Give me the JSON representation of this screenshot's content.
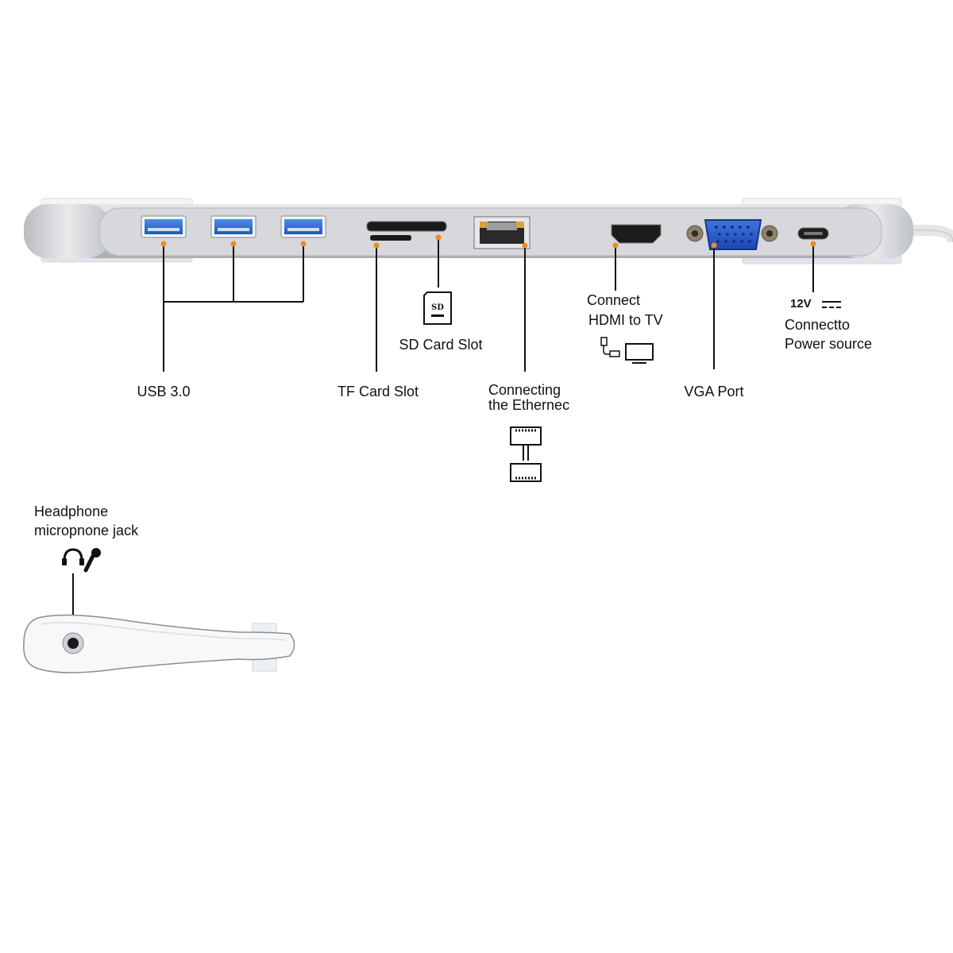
{
  "labels": {
    "usb": "USB 3.0",
    "tf": "TF Card Slot",
    "sd": "SD Card Slot",
    "ethernet_line1": "Connecting",
    "ethernet_line2": "the Ethernec",
    "hdmi_line1": "Connect",
    "hdmi_line2": "HDMI to TV",
    "vga": "VGA Port",
    "power_voltage": "12V",
    "power_line1": "Connectto",
    "power_line2": "Power source",
    "audio_line1": "Headphone",
    "audio_line2": "micropnone jack"
  },
  "sd_card_text": "SD",
  "icons": [
    "sd-card-icon",
    "hdmi-cable-icon",
    "tv-icon",
    "ethernet-port-icon",
    "dc-symbol-icon",
    "headphone-icon",
    "microphone-icon"
  ],
  "colors": {
    "callout_dot": "#f08a1c",
    "usb_blue": "#2f6fd6",
    "vga_blue": "#2357c9",
    "hub_silver": "#c9cbcf"
  }
}
